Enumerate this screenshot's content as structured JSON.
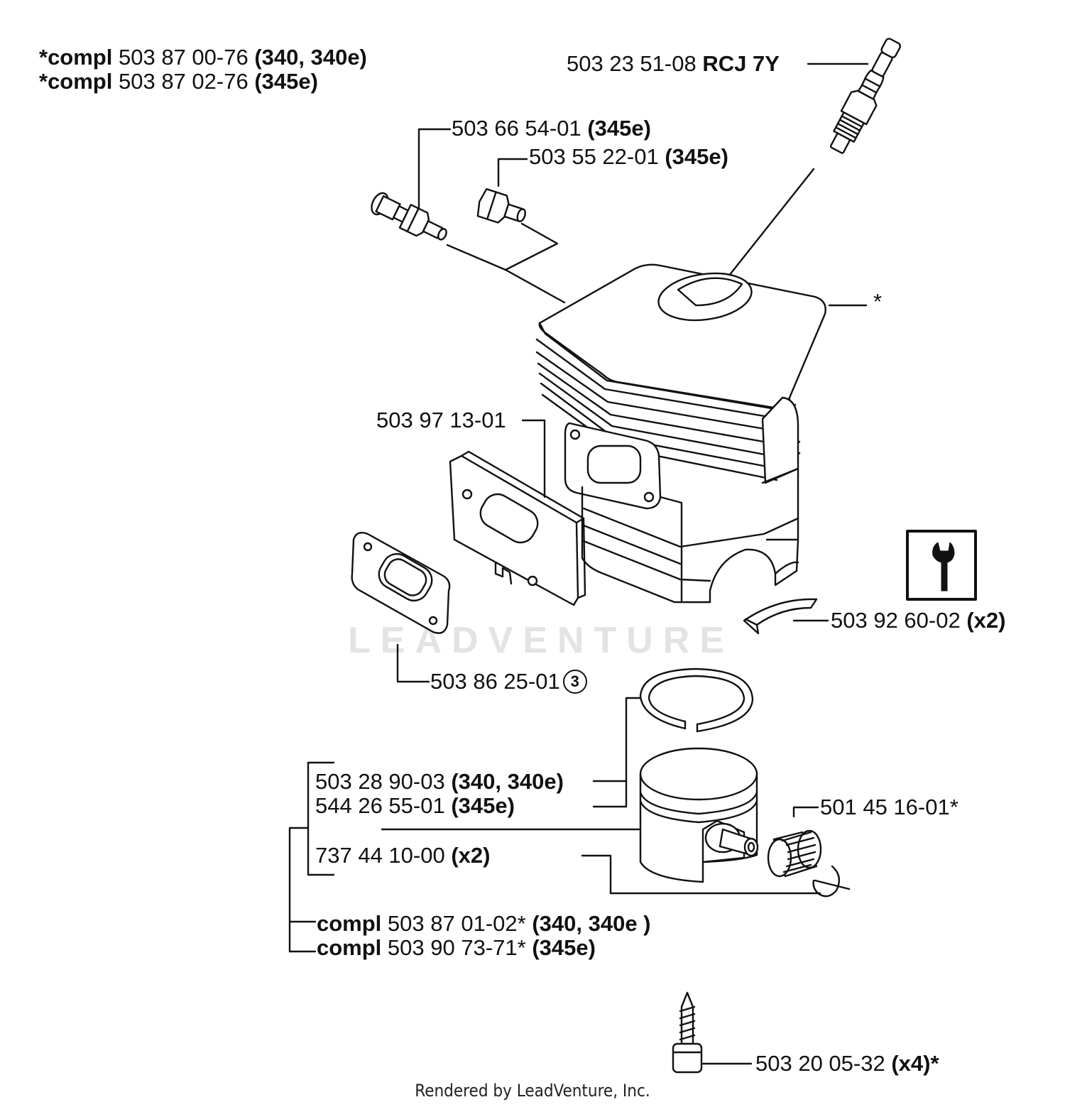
{
  "header": {
    "line1": {
      "prefix": "*compl",
      "number": "503 87 00-76",
      "models": "(340, 340e)"
    },
    "line2": {
      "prefix": "*compl",
      "number": "503 87 02-76",
      "models": "(345e)"
    }
  },
  "parts": {
    "spark_plug": {
      "number": "503 23 51-08",
      "note": "RCJ 7Y"
    },
    "decomp_valve": {
      "number": "503 66 54-01",
      "note": "(345e)"
    },
    "plug_screw": {
      "number": "503 55 22-01",
      "note": "(345e)"
    },
    "cylinder_mark": {
      "number": "*"
    },
    "heat_shield": {
      "number": "503 97 13-01"
    },
    "gasket": {
      "number": "503 86 25-01",
      "badge": "3"
    },
    "transfer_cover": {
      "number": "503 92 60-02",
      "note": "(x2)"
    },
    "piston_340": {
      "number": "503 28 90-03",
      "note": "(340, 340e)"
    },
    "piston_345": {
      "number": "544 26 55-01",
      "note": "(345e)"
    },
    "circlip": {
      "number": "737 44 10-00",
      "note": "(x2)"
    },
    "bearing": {
      "number": "501 45 16-01*"
    },
    "compl_340": {
      "prefix": "compl",
      "number": "503 87 01-02*",
      "note": "(340, 340e )"
    },
    "compl_345": {
      "prefix": "compl",
      "number": "503 90 73-71*",
      "note": "(345e)"
    },
    "screw": {
      "number": "503 20 05-32",
      "note": "(x4)*"
    }
  },
  "watermark": "LEADVENTURE",
  "footer": "Rendered by LeadVenture, Inc.",
  "icons": [
    "spark-plug-icon",
    "wrench-info-icon"
  ]
}
